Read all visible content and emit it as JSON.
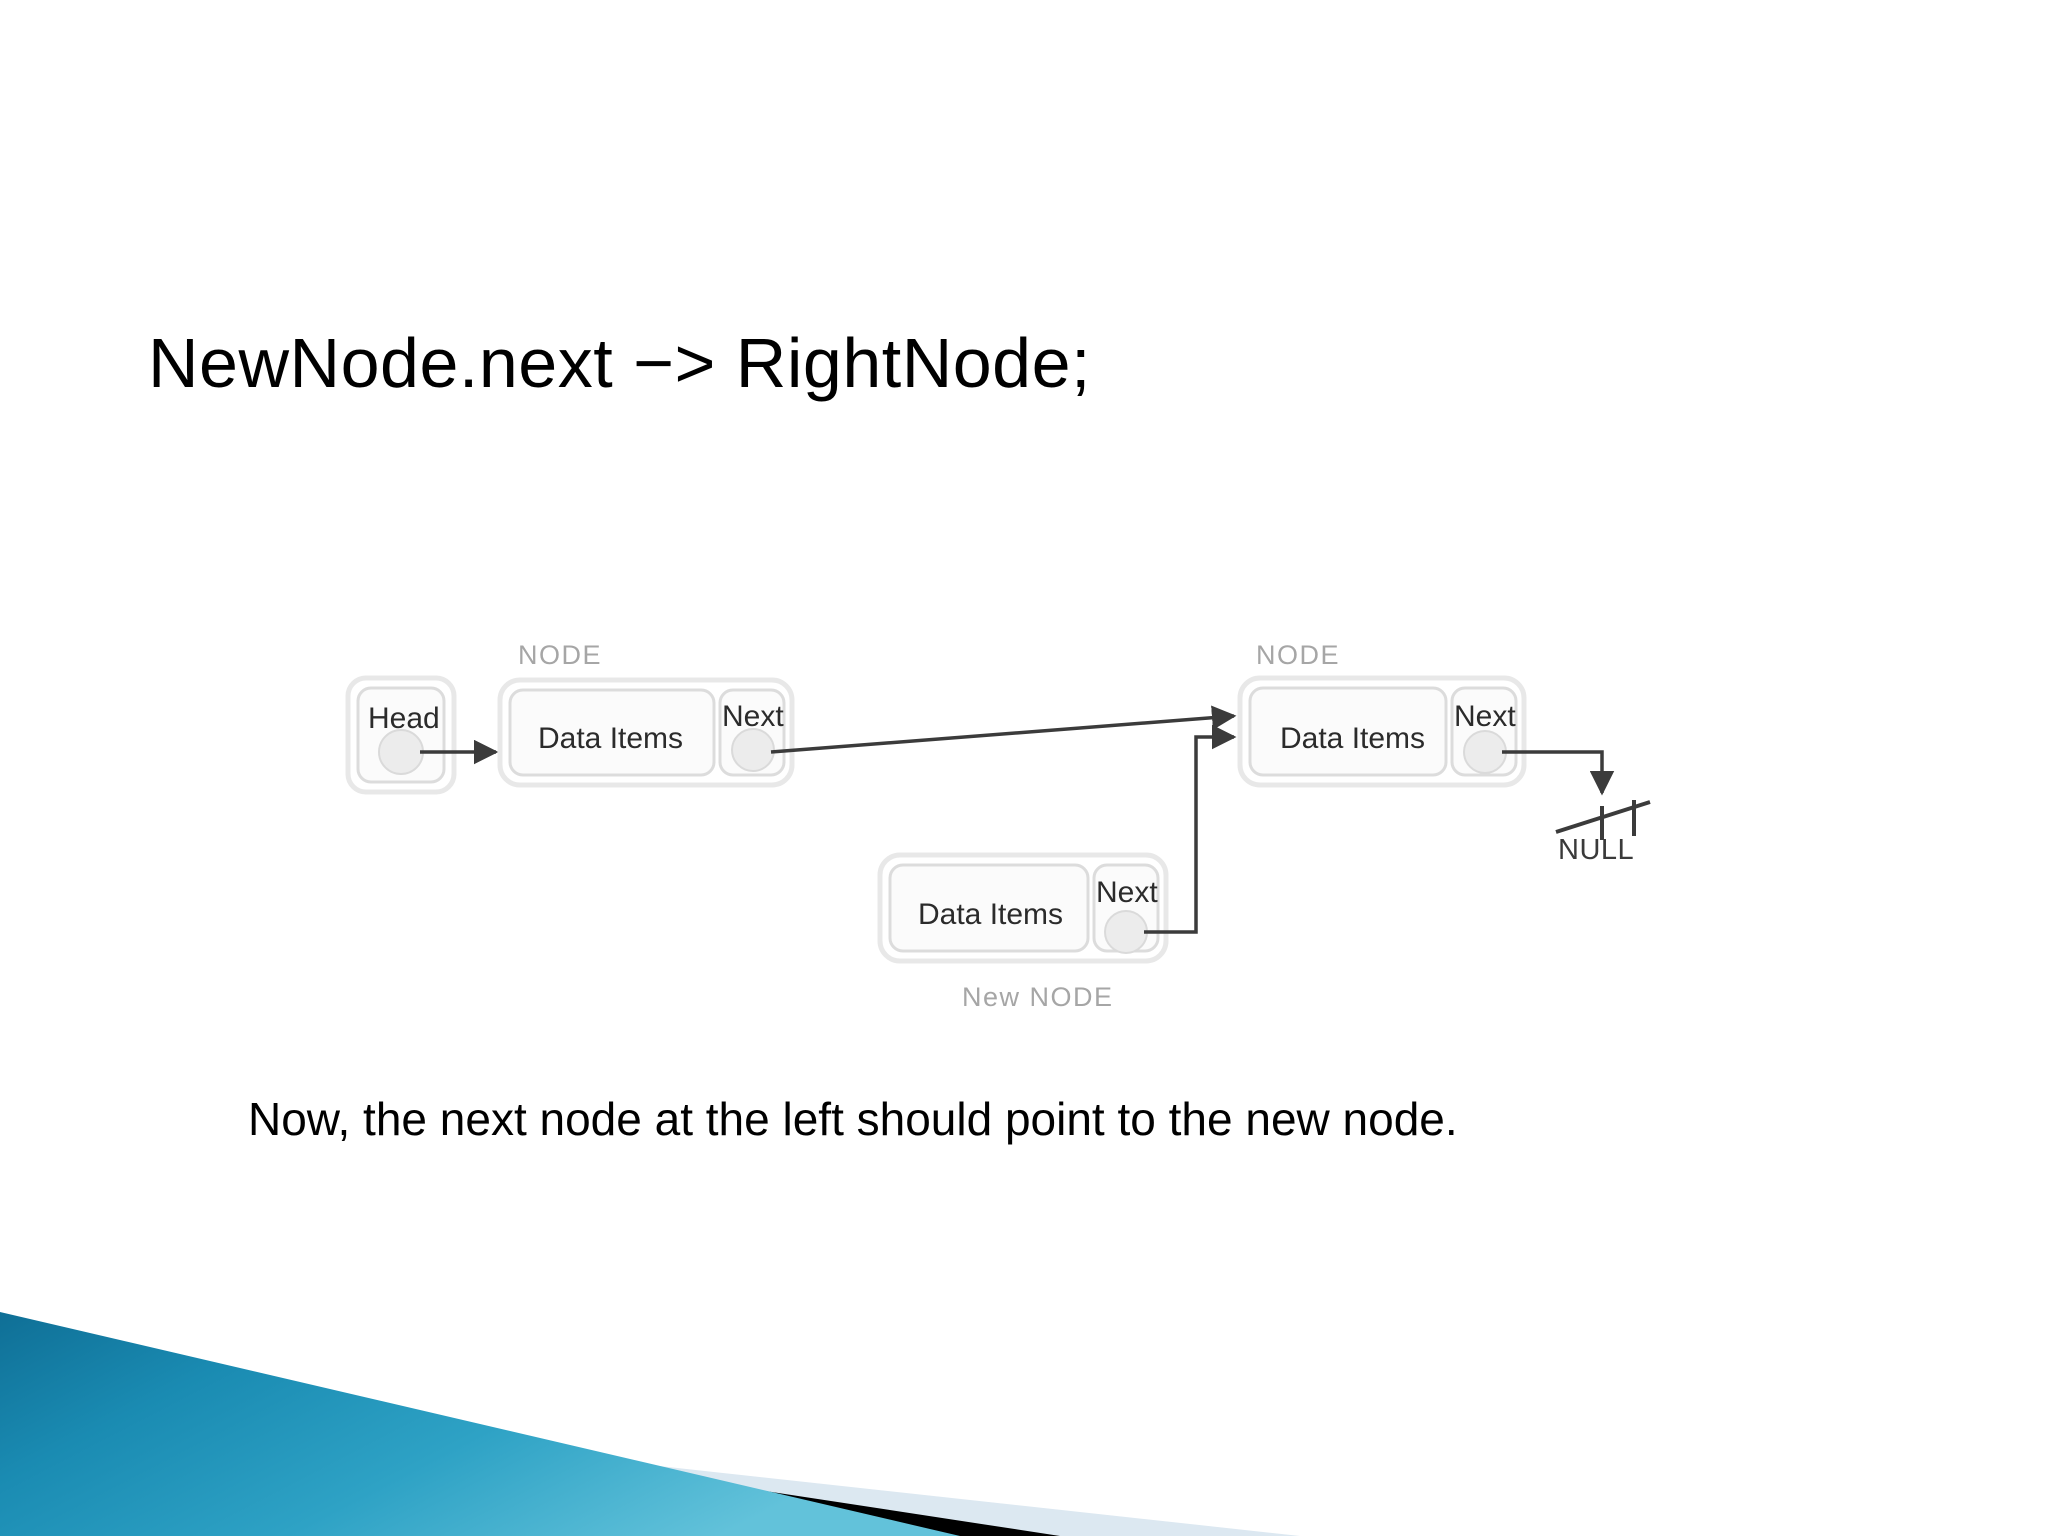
{
  "slide": {
    "title": "NewNode.next −> RightNode;",
    "caption": "Now, the next node at the left should point to the new node.",
    "background_color": "#ffffff"
  },
  "diagram": {
    "type": "linked-list-insertion",
    "head": {
      "label": "Head"
    },
    "left_node": {
      "caption": "NODE",
      "data_label": "Data Items",
      "next_label": "Next"
    },
    "right_node": {
      "caption": "NODE",
      "data_label": "Data Items",
      "next_label": "Next",
      "terminator": "NULL"
    },
    "new_node": {
      "caption": "New NODE",
      "data_label": "Data Items",
      "next_label": "Next"
    },
    "colors": {
      "box_fill": "#fbfbfb",
      "box_stroke": "#d8d8d8",
      "outer_stroke": "#e3e3e3",
      "circle_fill": "#ececec",
      "arrow": "#3b3b3b",
      "caption_text": "#a6a6a6",
      "box_text": "#2b2b2b"
    }
  },
  "decoration": {
    "corner_name": "bottom-left-angled-bands",
    "colors": {
      "teal_dark": "#1278a0",
      "teal_mid": "#1e93bd",
      "teal_light": "#55b9d6",
      "black": "#000000",
      "pale_blue": "#dce8f1"
    }
  }
}
